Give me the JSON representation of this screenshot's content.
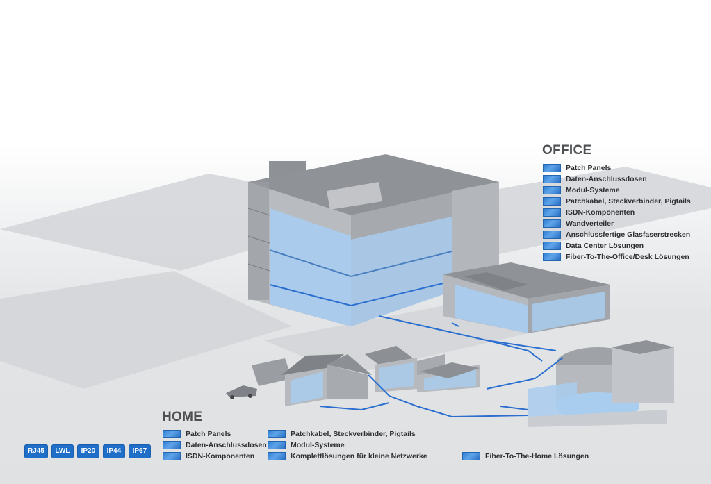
{
  "office": {
    "title": "OFFICE",
    "items": [
      "Patch Panels",
      "Daten-Anschlussdosen",
      "Modul-Systeme",
      "Patchkabel, Steckverbinder, Pigtails",
      "ISDN-Komponenten",
      "Wandverteiler",
      "Anschlussfertige Glasfaserstrecken",
      "Data Center Lösungen",
      "Fiber-To-The-Office/Desk Lösungen"
    ]
  },
  "home": {
    "title": "HOME",
    "col1": [
      "Patch Panels",
      "Daten-Anschlussdosen",
      "ISDN-Komponenten"
    ],
    "col2": [
      "Patchkabel, Steckverbinder, Pigtails",
      "Modul-Systeme",
      "Komplettlösungen für kleine Netzwerke"
    ],
    "col3": [
      "Fiber-To-The-Home Lösungen"
    ]
  },
  "badges": [
    "RJ45",
    "LWL",
    "IP20",
    "IP44",
    "IP67"
  ],
  "colors": {
    "accent": "#1f6fc8",
    "cable": "#2a6fd0",
    "building": "#9a9da1",
    "glass": "#a9cdef"
  }
}
